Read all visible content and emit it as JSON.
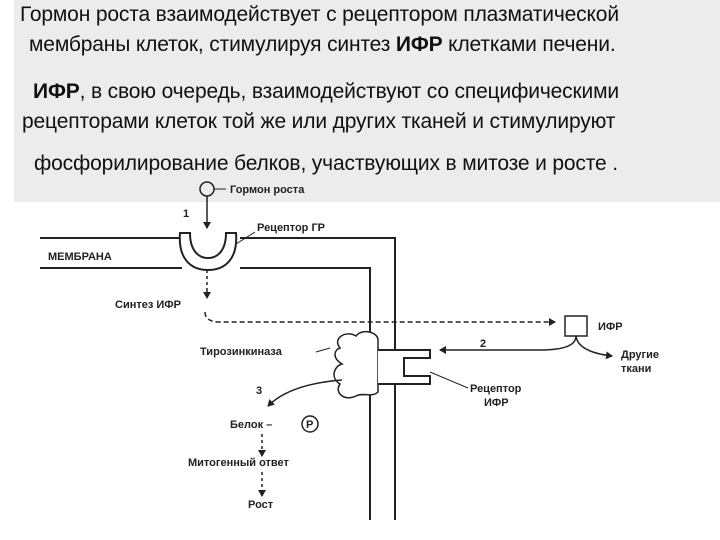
{
  "text": {
    "line1": "Гормон роста взаимодействует с рецептором плазматической",
    "line2_pre": "мембраны клеток, стимулируя синтез ",
    "line2_bold": "ИФР",
    "line2_post": "  клетками печени.",
    "line3_bold": "ИФР",
    "line3_post": ", в свою  очередь, взаимодействуют со специфическими",
    "line4": "рецепторами клеток той же или других тканей  и стимулируют",
    "line5": "фосфорилирование белков, участвующих в митозе и росте ."
  },
  "diagram": {
    "hormone": "Гормон роста",
    "step1": "1",
    "receptor_gr": "Рецептор ГР",
    "membrane": "МЕМБРАНА",
    "igf_synthesis": "Синтез ИФР",
    "igf": "ИФР",
    "tyrosine_kinase": "Тирозинкиназа",
    "step2": "2",
    "other_tissues_1": "Другие",
    "other_tissues_2": "ткани",
    "step3": "3",
    "protein": "Белок –",
    "phospho": "P",
    "mitogenic": "Митогенный ответ",
    "igf_receptor_1": "Рецептор",
    "igf_receptor_2": "ИФР",
    "growth": "Рост"
  }
}
